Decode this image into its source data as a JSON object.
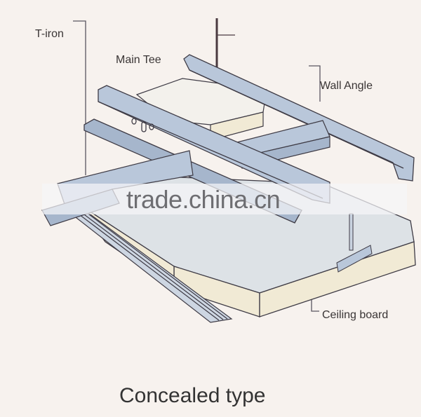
{
  "diagram": {
    "title": "Concealed type",
    "labels": {
      "t_iron": "T-iron",
      "main_tee": "Main Tee",
      "wall_angle": "Wall Angle",
      "ceiling_board": "Ceiling board"
    },
    "watermark": "trade.china.cn",
    "colors": {
      "background": "#f7f2ee",
      "steel": "#b9c7da",
      "steel_dark": "#a6b6cc",
      "board_top": "#dfe3e6",
      "board_edge": "#f1ead5",
      "line": "#3e3b45",
      "text": "#3a3535"
    }
  }
}
